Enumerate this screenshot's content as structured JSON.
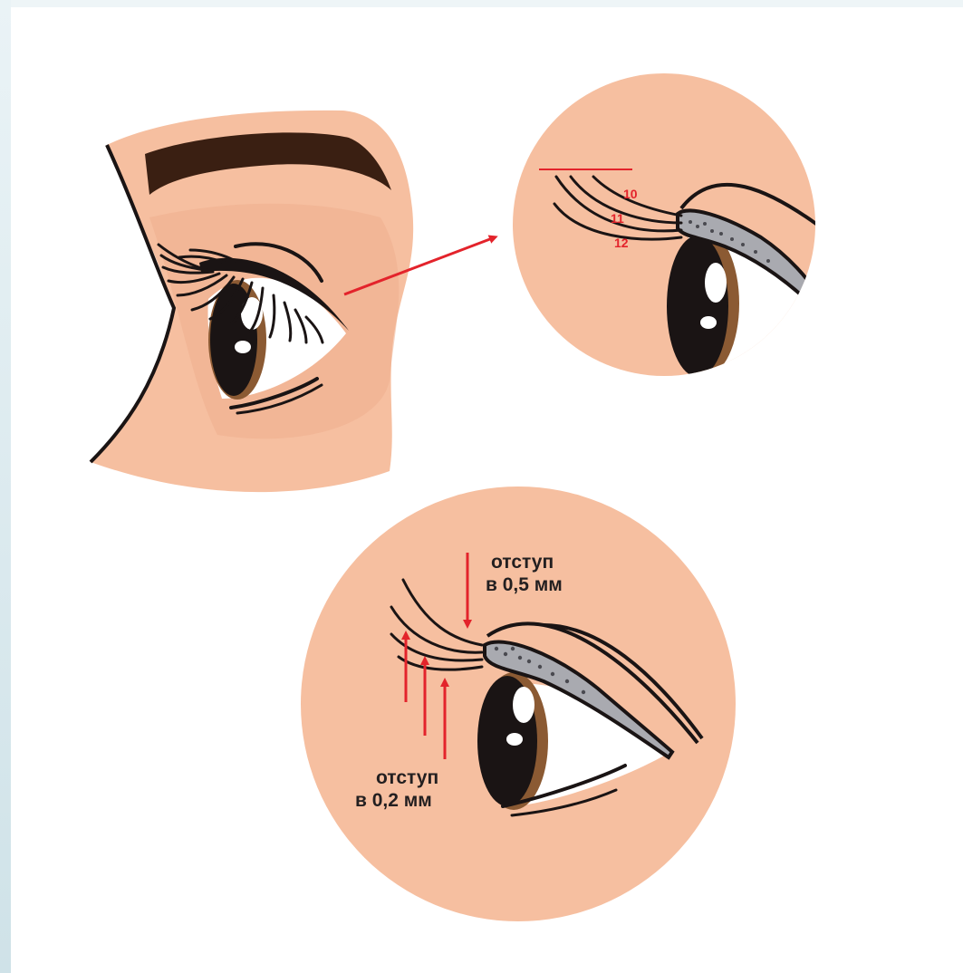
{
  "diagram": {
    "colors": {
      "skin": "#f6bfa0",
      "skin_shadow": "#eeae8e",
      "brow": "#3a1f12",
      "iris": "#8b5a33",
      "pupil": "#1a1414",
      "lid_gray": "#a9aab0",
      "arrow_red": "#e3232b",
      "text_dark": "#231f20"
    },
    "zoom_view": {
      "length_labels": [
        "10",
        "11",
        "12"
      ]
    },
    "indent_view": {
      "top_label_line1": "отступ",
      "top_label_line2": "в 0,5 мм",
      "bottom_label_line1": "отступ",
      "bottom_label_line2": "в 0,2 мм"
    }
  }
}
